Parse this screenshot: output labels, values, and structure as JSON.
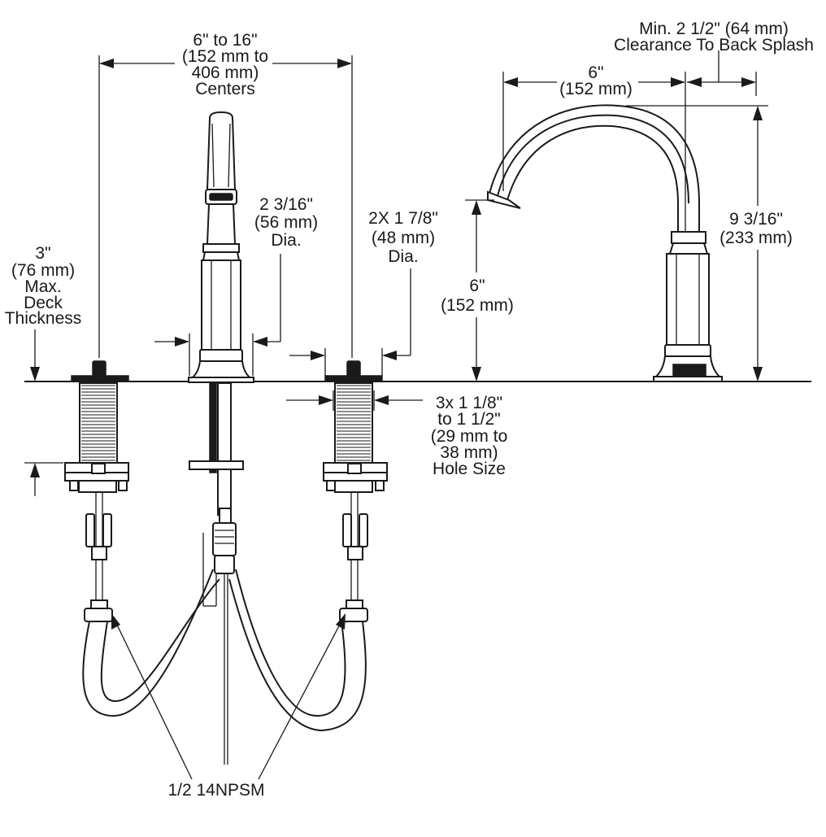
{
  "labels": {
    "centers": [
      "6\" to 16\"",
      "(152 mm to",
      "406 mm)",
      "Centers"
    ],
    "clearance": [
      "Min. 2 1/2\" (64 mm)",
      "Clearance To Back Splash"
    ],
    "spout_reach": [
      "6\"",
      "(152 mm)"
    ],
    "spout_dia": [
      "2 3/16\"",
      "(56 mm)",
      "Dia."
    ],
    "handle_dia": [
      "2X 1 7/8\"",
      "(48 mm)",
      "Dia."
    ],
    "spout_height": [
      "6\"",
      "(152 mm)"
    ],
    "overall_height": [
      "9 3/16\"",
      "(233 mm)"
    ],
    "deck_thickness": [
      "3\"",
      "(76 mm)",
      "Max.",
      "Deck",
      "Thickness"
    ],
    "hole_size": [
      "3x 1 1/8\"",
      "to 1 1/2\"",
      "(29 mm to",
      "38 mm)",
      "Hole Size"
    ],
    "connection": "1/2 14NPSM"
  },
  "colors": {
    "line": "#1a1a1a",
    "background": "#ffffff"
  }
}
